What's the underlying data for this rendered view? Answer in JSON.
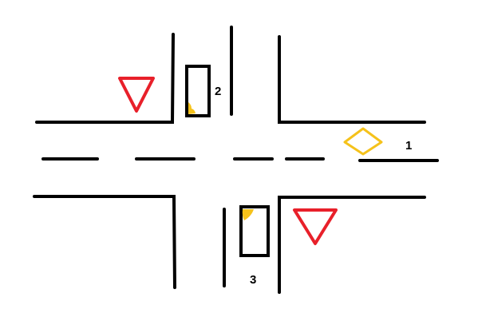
{
  "colors": {
    "road_line": "#000000",
    "yield_sign": "#e8202a",
    "priority_sign": "#f5c21b",
    "turn_signal": "#f5c21b",
    "background": "#ffffff"
  },
  "vehicles": [
    {
      "label": "1",
      "signal_icon": "priority-road-sign-icon"
    },
    {
      "label": "2",
      "signal_icon": "turn-signal-icon"
    },
    {
      "label": "3",
      "signal_icon": "turn-signal-icon"
    }
  ],
  "signs": [
    {
      "type": "yield",
      "icon": "yield-sign-icon"
    },
    {
      "type": "yield",
      "icon": "yield-sign-icon"
    },
    {
      "type": "priority-road",
      "icon": "priority-road-sign-icon"
    }
  ]
}
